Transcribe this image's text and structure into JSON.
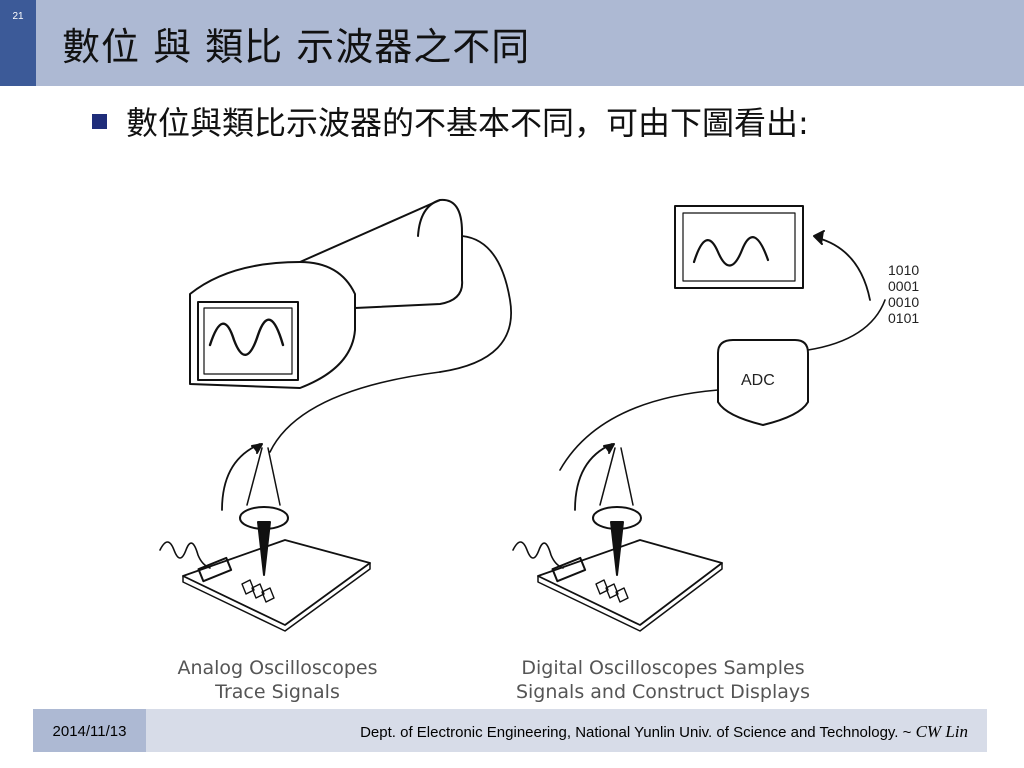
{
  "slide": {
    "number": "21",
    "title": "數位 與 類比 示波器之不同",
    "bullet": "數位與類比示波器的不基本不同，可由下圖看出:"
  },
  "figure": {
    "binary_lines": [
      "1010",
      "0001",
      "0010",
      "0101"
    ],
    "adc_label": "ADC",
    "caption_analog": "Analog Oscilloscopes\nTrace Signals",
    "caption_digital": "Digital Oscilloscopes Samples\nSignals and Construct Displays"
  },
  "footer": {
    "date": "2014/11/13",
    "dept": "Dept. of Electronic Engineering, National Yunlin Univ. of Science and Technology.  ~  ",
    "author": "CW Lin"
  },
  "colors": {
    "header": "#adb9d3",
    "slide_number_box": "#3c5a98",
    "bullet": "#1f2d7a",
    "footer_info": "#d7dce8"
  }
}
